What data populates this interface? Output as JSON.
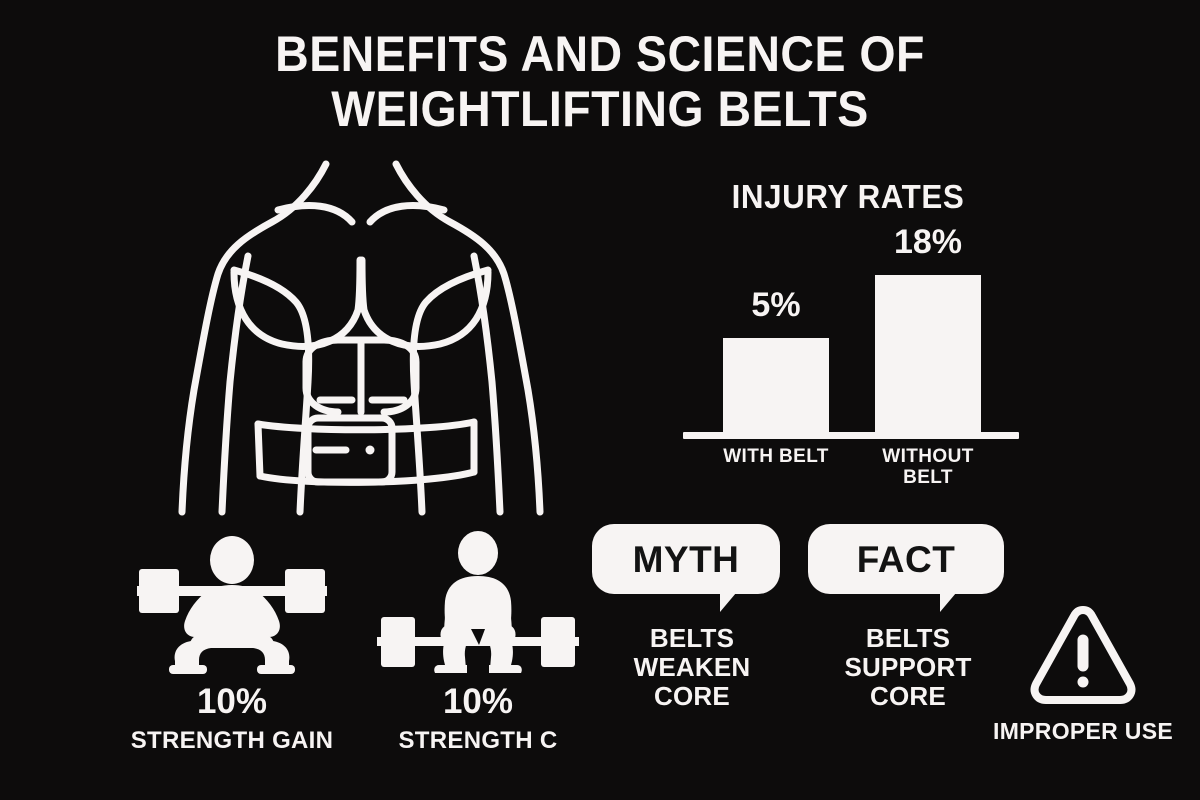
{
  "title": {
    "line1": "BENEFITS AND SCIENCE OF",
    "line2": "WEIGHTLIFTING BELTS"
  },
  "colors": {
    "background": "#0d0c0c",
    "foreground": "#f7f4f3",
    "bubble_text": "#131313"
  },
  "torso": {
    "icon_name": "muscular-torso-with-weightlifting-belt"
  },
  "chart_data": {
    "type": "bar",
    "title": "INJURY RATES",
    "categories": [
      "WITH BELT",
      "WITHOUT BELT"
    ],
    "values": [
      5,
      18
    ],
    "value_labels": [
      "5%",
      "18%"
    ],
    "xlabel": "",
    "ylabel": "",
    "ylim": [
      0,
      20
    ],
    "grid": false,
    "legend": false,
    "bar_color": "#f7f4f3",
    "baseline": true
  },
  "stats": [
    {
      "icon_name": "squat-lifter-icon",
      "value": "10%",
      "label": "STRENGTH GAIN"
    },
    {
      "icon_name": "deadlift-lifter-icon",
      "value": "10%",
      "label": "STRENGTH C"
    }
  ],
  "bubbles": [
    {
      "badge": "MYTH",
      "caption_line1": "BELTS",
      "caption_line2": "WEAKEN",
      "caption_line3": "CORE"
    },
    {
      "badge": "FACT",
      "caption_line1": "BELTS",
      "caption_line2": "SUPPORT",
      "caption_line3": "CORE"
    }
  ],
  "warning": {
    "icon_name": "warning-triangle-icon",
    "label": "IMPROPER USE"
  }
}
